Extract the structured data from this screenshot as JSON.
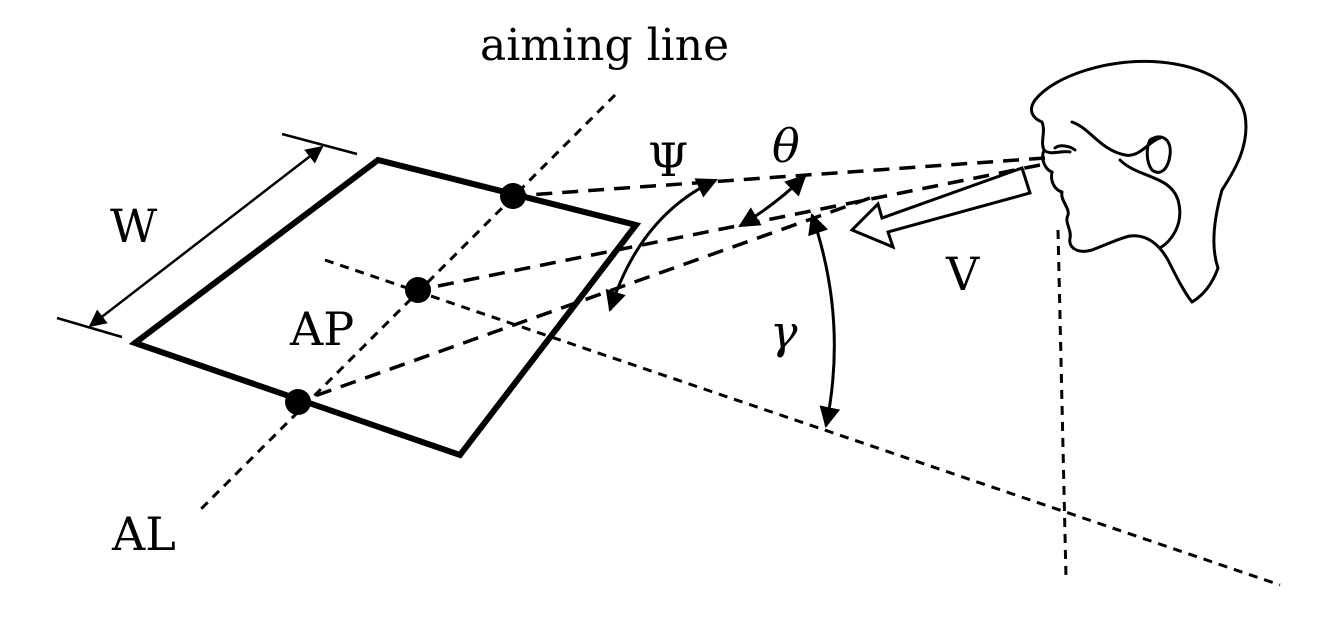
{
  "labels": {
    "aiming_line": "aiming line",
    "width": "W",
    "aiming_point": "AP",
    "aiming_line_abbrev": "AL",
    "psi": "Ψ",
    "theta": "θ",
    "gamma": "γ",
    "view_vector": "V"
  },
  "colors": {
    "ink": "#000000",
    "background": "#ffffff"
  }
}
